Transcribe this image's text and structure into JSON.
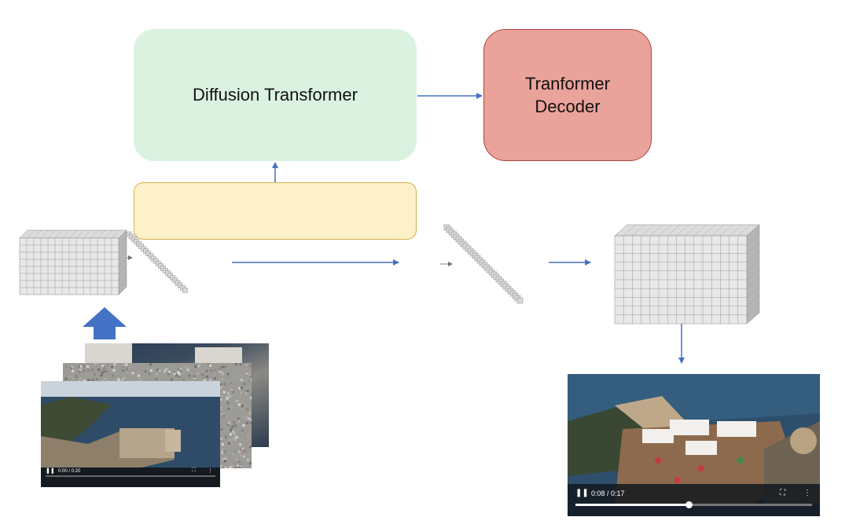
{
  "diffusion_transformer": {
    "label": "Diffusion Transformer"
  },
  "transformer_decoder": {
    "line1": "Tranformer",
    "line2": "Decoder"
  },
  "colors": {
    "arrow": "#4472c4",
    "dit_fill": "#dcf2e1",
    "decoder_fill": "#eaa39a",
    "encoder_fill": "#fdf1c9"
  },
  "input_video": {
    "time": "0:00 / 0:20",
    "progress": 0.0
  },
  "output_video": {
    "time": "0:08 / 0:17",
    "progress": 0.48
  }
}
